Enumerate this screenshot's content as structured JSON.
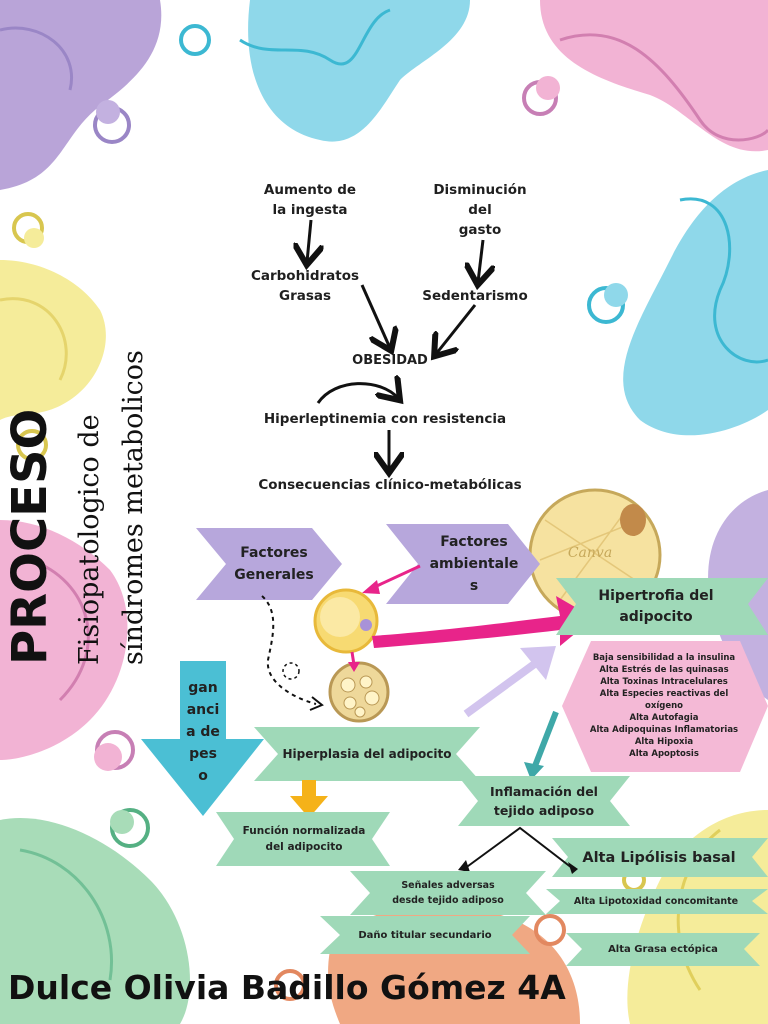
{
  "title": "PROCESO",
  "subtitle_line1": "Fisiopatologico de",
  "subtitle_line2": "síndromes metabolicos",
  "flow": {
    "aumento": [
      "Aumento de",
      "la ingesta"
    ],
    "disminucion": [
      "Disminución",
      "del",
      "gasto"
    ],
    "carbohidratos": [
      "Carbohidratos",
      "Grasas"
    ],
    "sedentarismo": "Sedentarismo",
    "obesidad": "OBESIDAD",
    "hiperleptinemia": "Hiperleptinemia con resistencia",
    "consecuencias": "Consecuencias clínico-metabólicas"
  },
  "chevrons": {
    "generales": [
      "Factores",
      "Generales"
    ],
    "ambientales": [
      "Factores",
      "ambientale",
      "s"
    ]
  },
  "canva_watermark": "Canva",
  "hipertrofia": [
    "Hipertrofia del",
    "adipocito"
  ],
  "hexagon_items": [
    "Baja sensibilidad a la insulina",
    "Alta Estrés de las quinasas",
    "Alta Toxinas Intracelulares",
    "Alta Especies reactivas del",
    "oxígeno",
    "Alta Autofagia",
    "Alta Adipoquinas Inflamatorias",
    "Alta Hipoxia",
    "Alta Apoptosis"
  ],
  "ganancia": [
    "gan",
    "anci",
    "a de",
    "pes",
    "o"
  ],
  "hiperplasia": "Hiperplasia del adipocito",
  "inflamacion": [
    "Inflamación del",
    "tejido adiposo"
  ],
  "funcion": [
    "Función normalizada",
    "del adipocito"
  ],
  "lipolisis": "Alta Lipólisis basal",
  "senales": [
    "Señales adversas",
    "desde tejido adiposo"
  ],
  "lipotoxidad": "Alta Lipotoxidad concomitante",
  "dano": "Daño titular secundario",
  "grasa": "Alta Grasa ectópica",
  "author": "Dulce Olivia Badillo Gómez 4A",
  "colors": {
    "purple": "#b9a4d8",
    "blue": "#7fd0e6",
    "pink": "#f2a9cf",
    "yellow": "#f5ec9a",
    "green": "#a8dcb8",
    "orange": "#f0a883",
    "banner_green": "#9fd9b8",
    "chevron_purple": "#b7a7dc",
    "magenta": "#e8248a",
    "teal": "#3fb7c9",
    "gold": "#f5b219"
  }
}
